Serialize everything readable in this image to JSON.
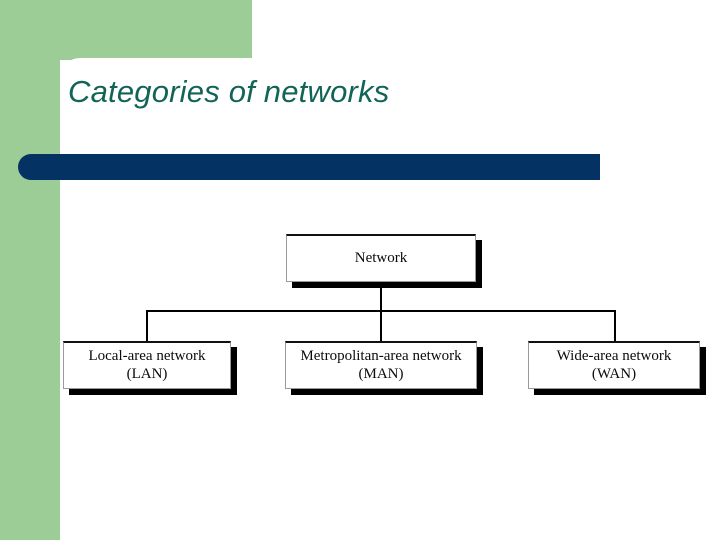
{
  "slide": {
    "title": "Categories of networks",
    "theme": {
      "accent_green": "#9ccd97",
      "title_teal": "#126457",
      "bar_navy": "#043263",
      "node_fill": "#ffffff",
      "node_shadow": "#000000"
    }
  },
  "diagram": {
    "type": "tree",
    "root": {
      "id": "network",
      "label": "Network"
    },
    "children": [
      {
        "id": "lan",
        "line1": "Local-area network",
        "line2": "(LAN)"
      },
      {
        "id": "man",
        "line1": "Metropolitan-area network",
        "line2": "(MAN)"
      },
      {
        "id": "wan",
        "line1": "Wide-area network",
        "line2": "(WAN)"
      }
    ]
  }
}
